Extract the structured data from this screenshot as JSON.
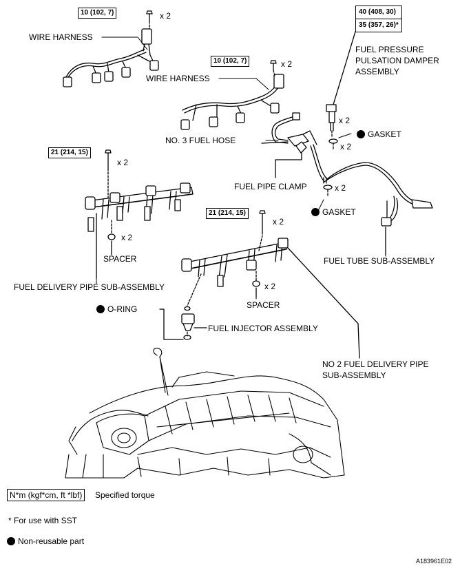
{
  "torque": {
    "wire_harness_1": "10 (102, 7)",
    "wire_harness_2": "10 (102, 7)",
    "fuel_pressure_a": "40 (408, 30)",
    "fuel_pressure_b": "35 (357, 26)*",
    "delivery_pipe_1": "21 (214, 15)",
    "delivery_pipe_2": "21 (214, 15)"
  },
  "counts": {
    "x2": "x 2"
  },
  "labels": {
    "wire_harness_1": "WIRE HARNESS",
    "wire_harness_2": "WIRE HARNESS",
    "fuel_pressure_damper": "FUEL PRESSURE\nPULSATION DAMPER\nASSEMBLY",
    "fuel_pressure_damper_l1": "FUEL PRESSURE",
    "fuel_pressure_damper_l2": "PULSATION DAMPER",
    "fuel_pressure_damper_l3": "ASSEMBLY",
    "gasket_1": "GASKET",
    "gasket_2": "GASKET",
    "no3_fuel_hose": "NO. 3 FUEL HOSE",
    "fuel_pipe_clamp": "FUEL PIPE CLAMP",
    "spacer_1": "SPACER",
    "spacer_2": "SPACER",
    "fuel_delivery_pipe": "FUEL DELIVERY PIPE SUB-ASSEMBLY",
    "fuel_tube": "FUEL TUBE SUB-ASSEMBLY",
    "o_ring": "O-RING",
    "fuel_injector": "FUEL INJECTOR ASSEMBLY",
    "no2_delivery_pipe_l1": "NO  2 FUEL DELIVERY PIPE",
    "no2_delivery_pipe_l2": "SUB-ASSEMBLY"
  },
  "legend": {
    "torque_unit": "N*m (kgf*cm, ft *lbf)",
    "torque_desc": "Specified torque",
    "sst_note": "* For use with SST",
    "non_reusable": "Non-reusable part"
  },
  "figure_id": "A183961E02"
}
